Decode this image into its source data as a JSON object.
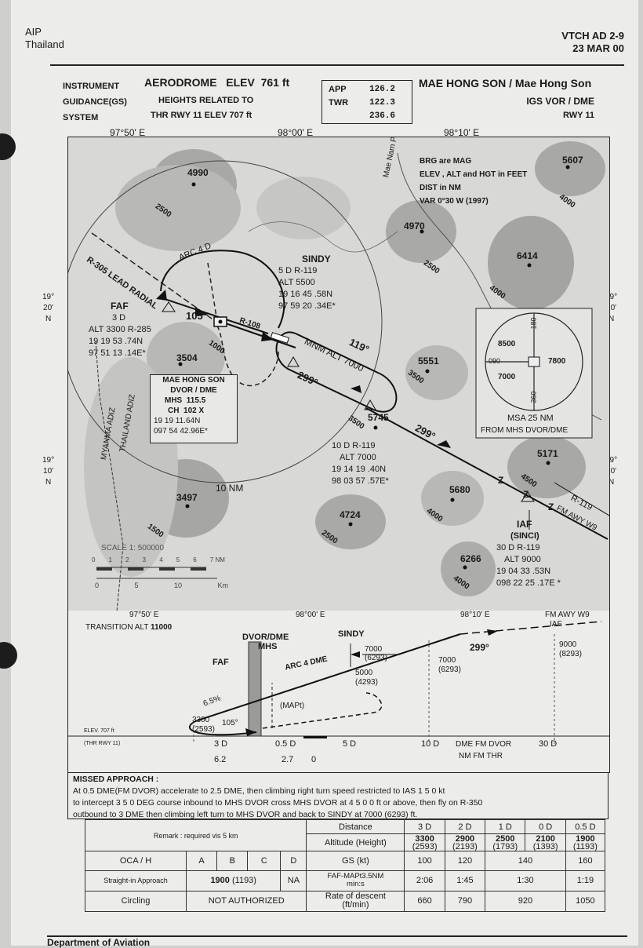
{
  "header": {
    "left_line1": "AIP",
    "left_line2": "Thailand",
    "right_line1": "VTCH AD 2-9",
    "right_line2": "23 MAR 00"
  },
  "title_block": {
    "type_lines": [
      "INSTRUMENT",
      "GUIDANCE(GS)",
      "SYSTEM"
    ],
    "aerodrome_elev": "AERODROME   ELEV  761 ft",
    "heights_line1": "HEIGHTS RELATED TO",
    "heights_line2": "THR RWY 11 ELEV 707 ft",
    "freqs": [
      {
        "label": "APP",
        "value": "126.2"
      },
      {
        "label": "TWR",
        "value": "122.3"
      },
      {
        "label": "",
        "value": "236.6"
      }
    ],
    "airport": "MAE HONG SON / Mae Hong Son",
    "procedure": "IGS VOR / DME",
    "runway": "RWY 11"
  },
  "map": {
    "lon_labels": [
      "97°50' E",
      "98°00' E",
      "98°10' E"
    ],
    "lat_labels_left": [
      [
        "19°",
        "20'",
        "N"
      ],
      [
        "19°",
        "10'",
        "N"
      ]
    ],
    "lat_labels_right": [
      [
        "19°",
        "20'",
        "N"
      ],
      [
        "19°",
        "10'",
        "N"
      ]
    ],
    "notes": [
      "BRG are MAG",
      "ELEV , ALT and HGT  in FEET",
      "DIST in NM",
      "VAR 0°30 W (1997)"
    ],
    "peaks": [
      "4990",
      "5607",
      "4970",
      "6414",
      "3504",
      "5551",
      "5745",
      "5171",
      "3497",
      "5680",
      "4724",
      "6266"
    ],
    "contours": [
      "2500",
      "4000",
      "2500",
      "4000",
      "1000",
      "3500",
      "3500",
      "4500",
      "1500",
      "4000",
      "2500",
      "4000"
    ],
    "river": "Mae Nam Pai",
    "lead_radial": "R-305 LEAD RADIAL",
    "arc": "ARC 4 D",
    "course_105": "105°",
    "r108": "R-108",
    "course_119": "119°",
    "course_299a": "299°",
    "course_299b": "299°",
    "mnm_alt": "MNM ALT 7000",
    "sindy": {
      "name": "SINDY",
      "lines": [
        "5 D R-119",
        "ALT 5500",
        "19 16 45 .58N",
        "97 59 20 .34E*"
      ]
    },
    "faf": {
      "name": "FAF",
      "lines": [
        "3 D",
        "ALT 3300 R-285",
        "19 19 53 .74N",
        "97 51 13 .14E*"
      ]
    },
    "navaid": {
      "lines": [
        "MAE HONG SON",
        "DVOR / DME"
      ],
      "mhs_label": "MHS",
      "mhs_freq": "115.5",
      "ch_label": "CH",
      "ch_value": "102 X",
      "coord1": "19 19 11.64N",
      "coord2": "097 54 42.96E*"
    },
    "fix10d": {
      "lines": [
        "10 D R-119",
        "ALT 7000",
        "19 14 19 .40N",
        "98 03 57 .57E*"
      ]
    },
    "iaf": {
      "name": "IAF",
      "sub": "(SINCI)",
      "lines": [
        "30 D R-119",
        "ALT 9000",
        "19 04 33 .53N",
        "098 22 25 .17E *"
      ]
    },
    "r119": "R-119",
    "airway": "FM AWY W9",
    "z_marks": [
      "Z",
      "Z",
      "Z"
    ],
    "ten_nm": "10 NM",
    "adiz": [
      "MYANMA ADIZ",
      "THAILAND ADIZ"
    ],
    "scale_label": "SCALE 1: 500000",
    "scale_nm": [
      "0",
      "1",
      "2",
      "3",
      "4",
      "5",
      "6",
      "7 NM"
    ],
    "scale_km": [
      "0",
      "5",
      "10",
      "Km"
    ],
    "msa": {
      "values": [
        "8500",
        "7800",
        "7000"
      ],
      "bearings": [
        "180",
        "090",
        "360"
      ],
      "caption1": "MSA  25  NM",
      "caption2": "FROM  MHS  DVOR/DME"
    }
  },
  "profile": {
    "lon_labels": [
      "97°50' E",
      "98°00' E",
      "98°10' E"
    ],
    "transition": "TRANSITION ALT",
    "transition_value": "11000",
    "awy": "FM AWY W9",
    "iaf": "IAF",
    "dvor_label": "DVOR/DME",
    "mhs_label": "MHS",
    "sindy": "SINDY",
    "faf": "FAF",
    "arc": "ARC 4 DME",
    "course": "299°",
    "alt7000a": "7000",
    "alt7000a_sub": "(6293)",
    "alt7000b": "7000",
    "alt7000b_sub": "(6293)",
    "alt9000": "9000",
    "alt9000_sub": "(8293)",
    "alt5000": "5000",
    "alt5000_sub": "(4293)",
    "alt3300": "3300",
    "alt3300_sub": "(2593)",
    "glide": "6.5%",
    "course105": "105°",
    "mapt": "(MAPt)",
    "elev": "ELEV. 707 ft",
    "thr": "(THR RWY 11)",
    "d_labels": [
      "3 D",
      "0.5 D",
      "5 D",
      "10 D",
      "DME FM DVOR",
      "30 D"
    ],
    "nm_fm_thr": "NM FM THR",
    "thr_dists": [
      "6.2",
      "2.7",
      "0"
    ]
  },
  "missed_approach": {
    "title": "MISSED APPROACH :",
    "line1": "At 0.5 DME(FM DVOR) accelerate to  2.5 DME, then climbing right turn speed restricted to IAS 1 5 0 kt",
    "line2": "to intercept 3 5 0 DEG course inbound to MHS DVOR cross MHS DVOR at 4 5 0 0 ft or above, then fly on R-350",
    "line3": "outbound to 3 DME then climbing left turn to MHS DVOR and back to SINDY at 7000 (6293) ft."
  },
  "minima": {
    "remark": "Remark :  required vis 5 km",
    "distance_label": "Distance",
    "altitude_label": "Altitude (Height)",
    "distances": [
      "3 D",
      "2 D",
      "1 D",
      "0 D",
      "0.5 D"
    ],
    "altitudes": [
      [
        "3300",
        "(2593)"
      ],
      [
        "2900",
        "(2193)"
      ],
      [
        "2500",
        "(1793)"
      ],
      [
        "2100",
        "(1393)"
      ],
      [
        "1900",
        "(1193)"
      ]
    ],
    "oca_label": "OCA / H",
    "cats": [
      "A",
      "B",
      "C",
      "D"
    ],
    "gs_label": "GS (kt)",
    "gs": [
      "100",
      "120",
      "140",
      "160"
    ],
    "straight_label": "Straight-in Approach",
    "straight_value": "1900",
    "straight_sub": "(1193)",
    "straight_d": "NA",
    "faf_mapt_label": "FAF-MAPt3.5NM",
    "faf_mapt_sub": "min:s",
    "times": [
      "2:06",
      "1:45",
      "1:30",
      "1:19"
    ],
    "circling_label": "Circling",
    "circling_value": "NOT  AUTHORIZED",
    "rod_label": "Rate of descent",
    "rod_sub": "(ft/min)",
    "rod": [
      "660",
      "790",
      "920",
      "1050"
    ]
  },
  "footer": "Department of Aviation"
}
